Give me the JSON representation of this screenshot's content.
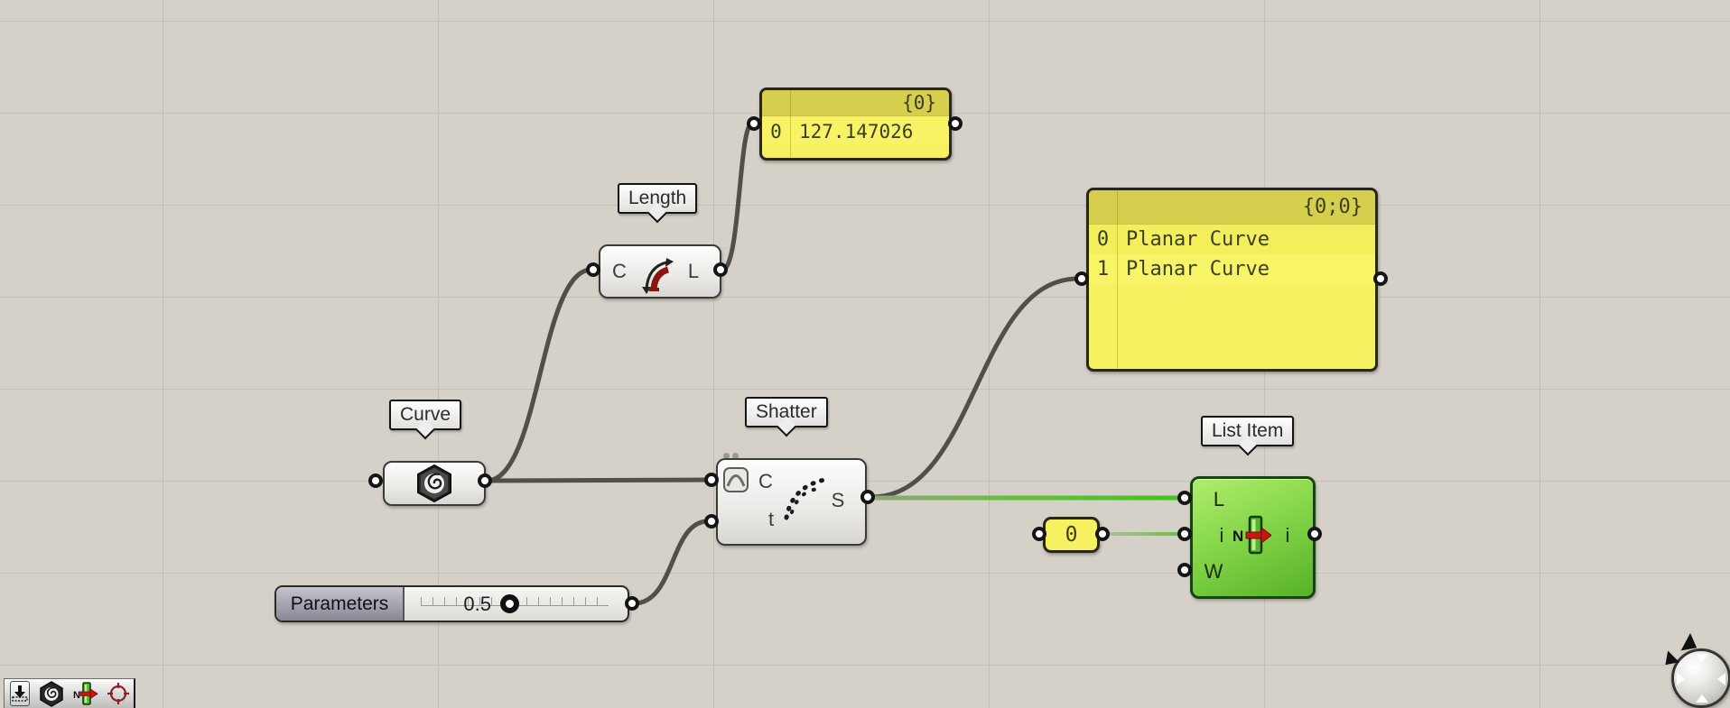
{
  "app": {
    "name": "Grasshopper canvas"
  },
  "colors": {
    "canvas_bg": "#d5d1c9",
    "grid_line": "#c2beb7",
    "panel_yellow": "#f5f160",
    "panel_header": "#d6cf4e",
    "selected_green": "#7ed23f",
    "wire_gray": "#514f4a",
    "wire_green": "#3fc41c",
    "port_ring": "#151515",
    "slider_grip": "#a5a2b0",
    "crosshair_red": "#8c2022",
    "arrow_red": "#cc1511"
  },
  "components": {
    "curve": {
      "label": "Curve",
      "icon": "hexagon-spiral-icon"
    },
    "length": {
      "label": "Length",
      "icon": "curved-arrow-icon",
      "inputs": [
        "C"
      ],
      "outputs": [
        "L"
      ]
    },
    "shatter": {
      "label": "Shatter",
      "icon": "dotted-curve-icon",
      "corner_icon": "reparameterize-icon",
      "inputs": [
        "C",
        "t"
      ],
      "outputs": [
        "S"
      ]
    },
    "list_item": {
      "label": "List Item",
      "icon": "list-arrow-icon",
      "icon_letter": "N",
      "inputs": [
        "L",
        "i",
        "W"
      ],
      "outputs": [
        "i"
      ],
      "selected": true
    }
  },
  "panels": {
    "length_value": {
      "path": "{0}",
      "rows": [
        {
          "index": "0",
          "value": "127.147026"
        }
      ]
    },
    "shattered_curves": {
      "path": "{0;0}",
      "rows": [
        {
          "index": "0",
          "value": "Planar Curve"
        },
        {
          "index": "1",
          "value": "Planar Curve"
        }
      ]
    },
    "index_constant": {
      "value": "0"
    }
  },
  "slider": {
    "label": "Parameters",
    "value": "0.5"
  },
  "toolbar": {
    "icons": [
      "download-icon",
      "curve-nut-icon",
      "list-item-icon",
      "crosshair-icon"
    ]
  },
  "nav": {
    "widget": "navigation-ball"
  }
}
